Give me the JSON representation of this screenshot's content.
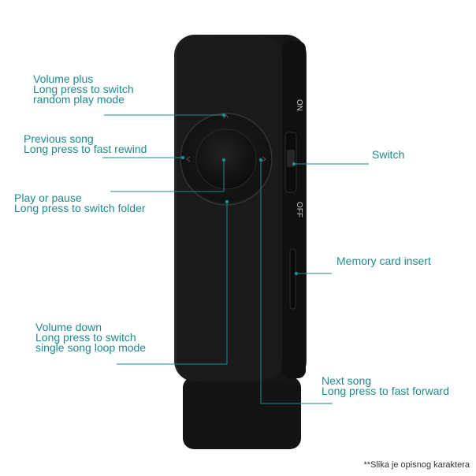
{
  "colors": {
    "label": "#1f8a8c",
    "leader_line": "#1f8a8c",
    "device_body": "#151515",
    "device_highlight": "#3a3a3a"
  },
  "device": {
    "switch_on": "ON",
    "switch_off": "OFF"
  },
  "callouts": {
    "volume_plus": {
      "title": "Volume plus",
      "lines": [
        "Long press to switch",
        "random play mode"
      ]
    },
    "previous_song": {
      "title": "Previous song",
      "lines": [
        "Long press to fast rewind"
      ]
    },
    "play_pause": {
      "title": "Play or pause",
      "lines": [
        "Long press to switch folder"
      ]
    },
    "volume_down": {
      "title": "Volume down",
      "lines": [
        "Long press to switch",
        "single song loop mode"
      ]
    },
    "switch": {
      "title": "Switch"
    },
    "memory_card": {
      "title": "Memory card insert"
    },
    "next_song": {
      "title": "Next song",
      "lines": [
        "Long press to fast forward"
      ]
    }
  },
  "footnote": "**Slika je opisnog karaktera"
}
